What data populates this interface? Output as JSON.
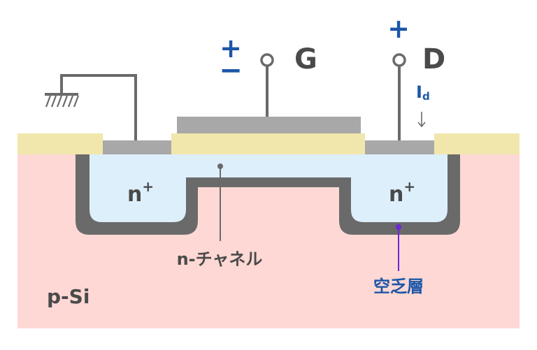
{
  "colors": {
    "substrate": "#fdd8d4",
    "oxide": "#f1e7ac",
    "n_region": "#deeffc",
    "depletion_border": "#6a6a6a",
    "metal": "#a8a8a8",
    "wire": "#6a6a6a",
    "text_dark": "#4a4a4a",
    "accent_blue": "#1b56a8",
    "marker_purple": "#6a28d8"
  },
  "labels": {
    "gate": "G",
    "drain": "D",
    "drain_current_main": "I",
    "drain_current_sub": "d",
    "gate_sign_plus": "+",
    "gate_sign_minus": "−",
    "drain_sign_plus": "+",
    "source_region_base": "n",
    "source_region_sup": "+",
    "drain_region_base": "n",
    "drain_region_sup": "+",
    "channel": "n-チャネル",
    "depletion_layer": "空乏層",
    "substrate": "p-Si"
  }
}
